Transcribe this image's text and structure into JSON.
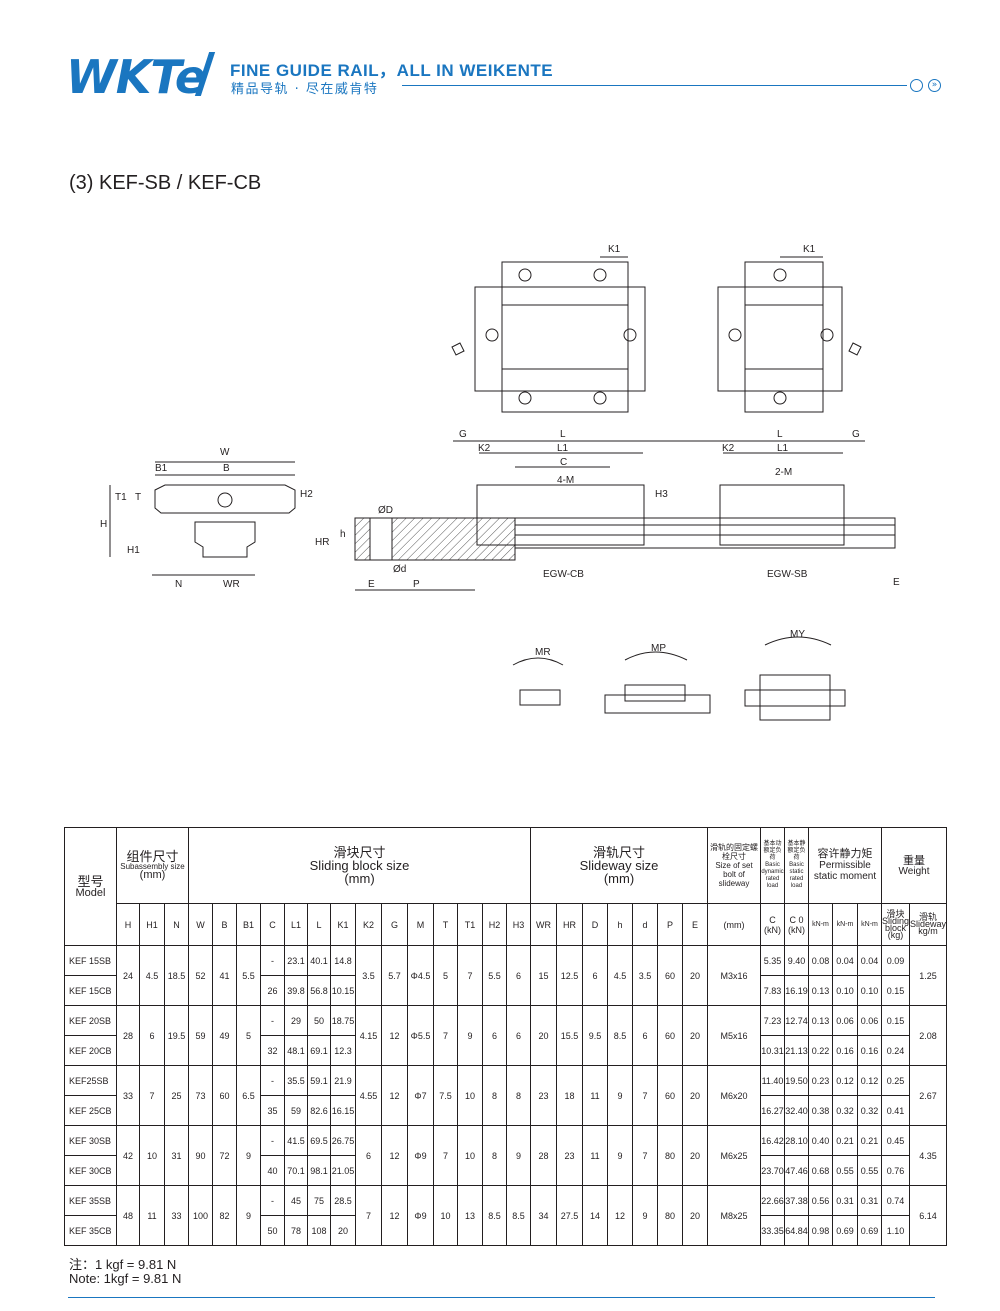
{
  "header": {
    "logo": "WKTe",
    "tagline_en": "FINE GUIDE RAIL，ALL IN WEIKENTE",
    "tagline_cn": "精品导轨 · 尽在威肯特",
    "accent_color": "#1a76c0",
    "icons": [
      "circle-icon",
      "arrow-circle-icon"
    ]
  },
  "section_title": "(3) KEF-SB / KEF-CB",
  "drawing": {
    "labels": {
      "W": "W",
      "B": "B",
      "B1": "B1",
      "T": "T",
      "T1": "T1",
      "H": "H",
      "H1": "H1",
      "H2": "H2",
      "N": "N",
      "WR": "WR",
      "K1": "K1",
      "K2": "K2",
      "G": "G",
      "L": "L",
      "L1": "L1",
      "C": "C",
      "M4": "4-M",
      "M2": "2-M",
      "H3": "H3",
      "HR": "HR",
      "h": "h",
      "D": "ØD",
      "d": "Ød",
      "E": "E",
      "P": "P",
      "cb": "EGW-CB",
      "sb": "EGW-SB",
      "MR": "MR",
      "MP": "MP",
      "MY": "MY"
    }
  },
  "table": {
    "groups": {
      "model_cn": "型号",
      "model_en": "Model",
      "sub_cn": "组件尺寸",
      "sub_en": "Subassembly size",
      "sub_unit": "(mm)",
      "block_cn": "滑块尺寸",
      "block_en": "Sliding block size",
      "block_unit": "(mm)",
      "rail_cn": "滑轨尺寸",
      "rail_en": "Slideway size",
      "rail_unit": "(mm)",
      "bolt_cn": "滑轨的固定螺栓尺寸",
      "bolt_en": "Size of set bolt of slideway",
      "dyn_cn": "基本动额定负荷",
      "dyn_en": "Basic dynamic rated load",
      "sta_cn": "基本静额定负荷",
      "sta_en": "Basic static rated load",
      "mom_cn": "容许静力矩",
      "mom_en": "Permissible static moment",
      "wt_cn": "重量",
      "wt_en": "Weight"
    },
    "columns": [
      "H",
      "H1",
      "N",
      "W",
      "B",
      "B1",
      "C",
      "L1",
      "L",
      "K1",
      "K2",
      "G",
      "M",
      "T",
      "T1",
      "H2",
      "H3",
      "WR",
      "HR",
      "D",
      "h",
      "d",
      "P",
      "E"
    ],
    "bolt_unit": "(mm)",
    "c_head": "C",
    "c0_head": "C 0",
    "kn": "(kN)",
    "knm": "kN-m",
    "block_wt": "滑块 Sliding block (kg)",
    "rail_wt": "滑轨 Slideway kg/m",
    "rows": [
      {
        "models": [
          "KEF 15SB",
          "KEF  15CB"
        ],
        "H": "24",
        "H1": "4.5",
        "N": "18.5",
        "W": "52",
        "B": "41",
        "B1": "5.5",
        "C": [
          "-",
          "26"
        ],
        "L1": [
          "23.1",
          "39.8"
        ],
        "L": [
          "40.1",
          "56.8"
        ],
        "K1": [
          "14.8",
          "10.15"
        ],
        "K2": "3.5",
        "G": "5.7",
        "M": "Φ4.5",
        "T": "5",
        "T1": "7",
        "H2": "5.5",
        "H3": "6",
        "WR": "15",
        "HR": "12.5",
        "D": "6",
        "h": "4.5",
        "d": "3.5",
        "P": "60",
        "E": "20",
        "bolt": "M3x16",
        "Cdyn": [
          "5.35",
          "7.83"
        ],
        "C0": [
          "9.40",
          "16.19"
        ],
        "MR": [
          "0.08",
          "0.13"
        ],
        "MP": [
          "0.04",
          "0.10"
        ],
        "MY": [
          "0.04",
          "0.10"
        ],
        "wb": [
          "0.09",
          "0.15"
        ],
        "wr": "1.25"
      },
      {
        "models": [
          "KEF 20SB",
          "KEF 20CB"
        ],
        "H": "28",
        "H1": "6",
        "N": "19.5",
        "W": "59",
        "B": "49",
        "B1": "5",
        "C": [
          "-",
          "32"
        ],
        "L1": [
          "29",
          "48.1"
        ],
        "L": [
          "50",
          "69.1"
        ],
        "K1": [
          "18.75",
          "12.3"
        ],
        "K2": "4.15",
        "G": "12",
        "M": "Φ5.5",
        "T": "7",
        "T1": "9",
        "H2": "6",
        "H3": "6",
        "WR": "20",
        "HR": "15.5",
        "D": "9.5",
        "h": "8.5",
        "d": "6",
        "P": "60",
        "E": "20",
        "bolt": "M5x16",
        "Cdyn": [
          "7.23",
          "10.31"
        ],
        "C0": [
          "12.74",
          "21.13"
        ],
        "MR": [
          "0.13",
          "0.22"
        ],
        "MP": [
          "0.06",
          "0.16"
        ],
        "MY": [
          "0.06",
          "0.16"
        ],
        "wb": [
          "0.15",
          "0.24"
        ],
        "wr": "2.08"
      },
      {
        "models": [
          "KEF25SB",
          "KEF 25CB"
        ],
        "H": "33",
        "H1": "7",
        "N": "25",
        "W": "73",
        "B": "60",
        "B1": "6.5",
        "C": [
          "-",
          "35"
        ],
        "L1": [
          "35.5",
          "59"
        ],
        "L": [
          "59.1",
          "82.6"
        ],
        "K1": [
          "21.9",
          "16.15"
        ],
        "K2": "4.55",
        "G": "12",
        "M": "Φ7",
        "T": "7.5",
        "T1": "10",
        "H2": "8",
        "H3": "8",
        "WR": "23",
        "HR": "18",
        "D": "11",
        "h": "9",
        "d": "7",
        "P": "60",
        "E": "20",
        "bolt": "M6x20",
        "Cdyn": [
          "11.40",
          "16.27"
        ],
        "C0": [
          "19.50",
          "32.40"
        ],
        "MR": [
          "0.23",
          "0.38"
        ],
        "MP": [
          "0.12",
          "0.32"
        ],
        "MY": [
          "0.12",
          "0.32"
        ],
        "wb": [
          "0.25",
          "0.41"
        ],
        "wr": "2.67"
      },
      {
        "models": [
          "KEF 30SB",
          "KEF 30CB"
        ],
        "H": "42",
        "H1": "10",
        "N": "31",
        "W": "90",
        "B": "72",
        "B1": "9",
        "C": [
          "-",
          "40"
        ],
        "L1": [
          "41.5",
          "70.1"
        ],
        "L": [
          "69.5",
          "98.1"
        ],
        "K1": [
          "26.75",
          "21.05"
        ],
        "K2": "6",
        "G": "12",
        "M": "Φ9",
        "T": "7",
        "T1": "10",
        "H2": "8",
        "H3": "9",
        "WR": "28",
        "HR": "23",
        "D": "11",
        "h": "9",
        "d": "7",
        "P": "80",
        "E": "20",
        "bolt": "M6x25",
        "Cdyn": [
          "16.42",
          "23.70"
        ],
        "C0": [
          "28.10",
          "47.46"
        ],
        "MR": [
          "0.40",
          "0.68"
        ],
        "MP": [
          "0.21",
          "0.55"
        ],
        "MY": [
          "0.21",
          "0.55"
        ],
        "wb": [
          "0.45",
          "0.76"
        ],
        "wr": "4.35"
      },
      {
        "models": [
          "KEF 35SB",
          "KEF 35CB"
        ],
        "H": "48",
        "H1": "11",
        "N": "33",
        "W": "100",
        "B": "82",
        "B1": "9",
        "C": [
          "-",
          "50"
        ],
        "L1": [
          "45",
          "78"
        ],
        "L": [
          "75",
          "108"
        ],
        "K1": [
          "28.5",
          "20"
        ],
        "K2": "7",
        "G": "12",
        "M": "Φ9",
        "T": "10",
        "T1": "13",
        "H2": "8.5",
        "H3": "8.5",
        "WR": "34",
        "HR": "27.5",
        "D": "14",
        "h": "12",
        "d": "9",
        "P": "80",
        "E": "20",
        "bolt": "M8x25",
        "Cdyn": [
          "22.66",
          "33.35"
        ],
        "C0": [
          "37.38",
          "64.84"
        ],
        "MR": [
          "0.56",
          "0.98"
        ],
        "MP": [
          "0.31",
          "0.69"
        ],
        "MY": [
          "0.31",
          "0.69"
        ],
        "wb": [
          "0.74",
          "1.10"
        ],
        "wr": "6.14"
      }
    ]
  },
  "notes": [
    "注：1 kgf = 9.81 N",
    "Note: 1kgf = 9.81 N"
  ]
}
